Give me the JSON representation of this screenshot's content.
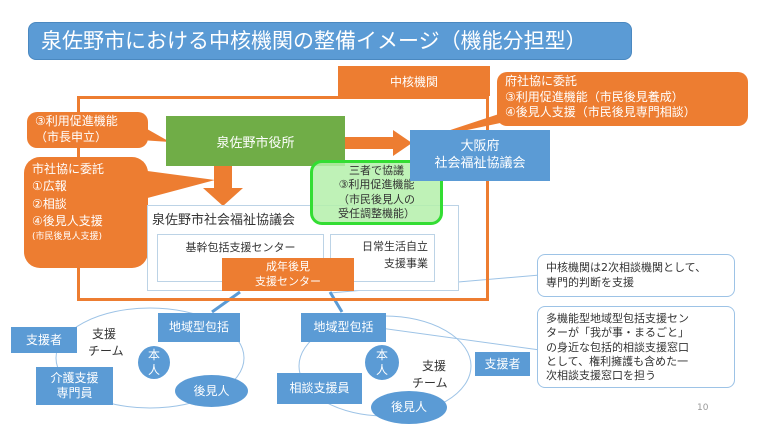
{
  "title": "泉佐野市における中核機関の整備イメージ（機能分担型）",
  "core_label": "中核機関",
  "city_hall": "泉佐野市役所",
  "callout_mayor": [
    "③利用促進機能",
    "（市長申立）"
  ],
  "callout_city_council": [
    "市社協に委託",
    "①広報",
    "②相談",
    "④後見人支援",
    "(市民後見人支援)"
  ],
  "callout_pref": [
    "府社協に委託",
    "③利用促進機能（市民後見養成）",
    "④後見人支援（市民後見専門相談）"
  ],
  "osaka": [
    "大阪府",
    "社会福祉協議会"
  ],
  "consult": [
    "三者で協議",
    "③利用促進機能",
    "（市民後見人の",
    "受任調整機能）"
  ],
  "city_council": "泉佐野市社会福祉協議会",
  "core_center": "基幹包括支援センター",
  "daily_life": [
    "日常生活自立",
    "支援事業"
  ],
  "guardian_center": [
    "成年後見",
    "支援センター"
  ],
  "note1": [
    "中核機関は2次相談機関として、",
    "専門的判断を支援"
  ],
  "note2": [
    "多機能型地域型包括支援セン",
    "ターが「我が事・まるごと」",
    "の身近な包括的相談支援窓口",
    "として、権利擁護も含めた一",
    "次相談支援窓口を担う"
  ],
  "left_team": {
    "regional": "地域型包括",
    "supporter": "支援者",
    "team": [
      "支援",
      "チーム"
    ],
    "person": [
      "本",
      "人"
    ],
    "care": [
      "介護支援",
      "専門員"
    ],
    "guardian": "後見人"
  },
  "right_team": {
    "regional": "地域型包括",
    "supporter": "支援者",
    "team": [
      "支援",
      "チーム"
    ],
    "person": [
      "本",
      "人"
    ],
    "consultant": "相談支援員",
    "guardian": "後見人"
  },
  "page_number": "10"
}
